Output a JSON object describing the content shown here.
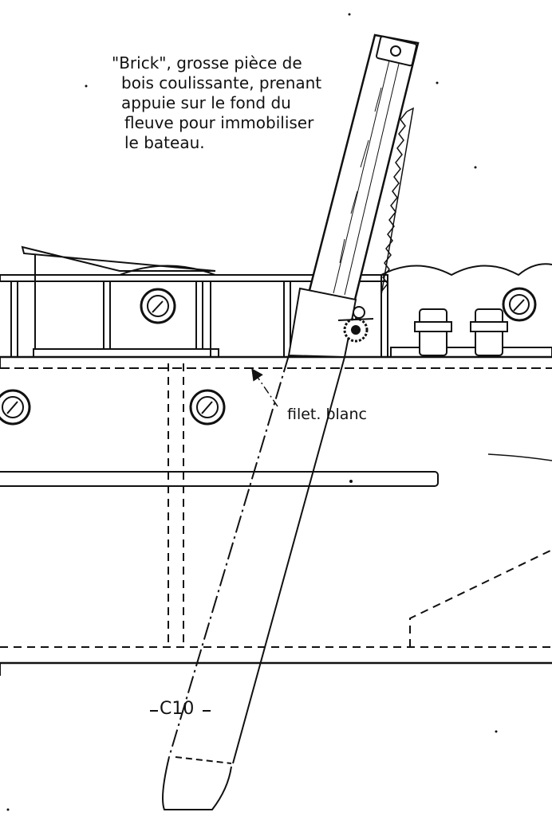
{
  "annotation": {
    "lines": [
      "\"Brick\", grosse pièce de",
      "bois coulissante, prenant",
      "appuie sur le fond du",
      "fleuve pour immobiliser",
      "le bateau."
    ]
  },
  "callout": {
    "label": "filet. blanc"
  },
  "plate": {
    "code": "C10"
  },
  "colors": {
    "ink": "#111111",
    "paper": "#ffffff"
  }
}
